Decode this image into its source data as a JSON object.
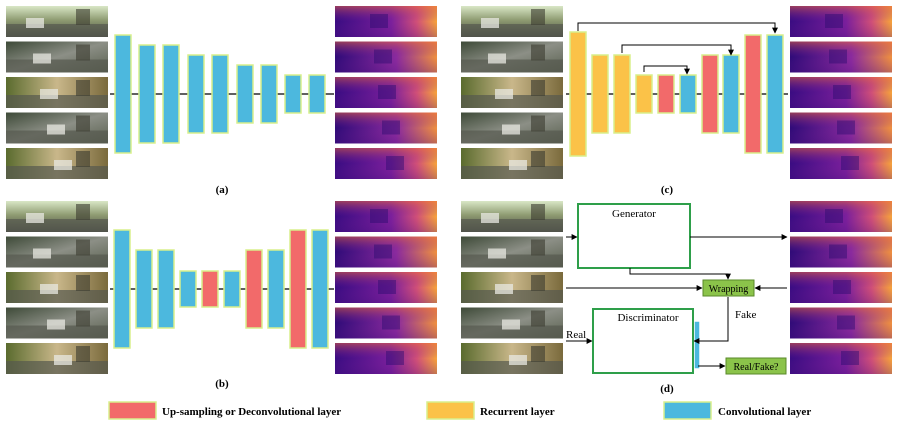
{
  "colors": {
    "convolutional": "#4cb8de",
    "upsampling": "#f26a6a",
    "recurrent": "#fbc248",
    "layer_border": "#d8ef8c",
    "gan_box_border": "#2e9f4a",
    "gan_label_fill": "#8bc34a",
    "depth_dark": "#2c0a7a",
    "depth_mid": "#a42e9a",
    "depth_bright": "#f7a83a"
  },
  "panels": {
    "a": {
      "caption": "(a)"
    },
    "b": {
      "caption": "(b)"
    },
    "c": {
      "caption": "(c)"
    },
    "d": {
      "caption": "(d)",
      "generator_label": "Generator",
      "discriminator_label": "Discriminator",
      "wrapping_label": "Wrapping",
      "fake_label": "Fake",
      "real_label": "Real",
      "output_label": "Real/Fake?"
    }
  },
  "legend": [
    {
      "label": "Up-sampling or Deconvolutional layer",
      "color_key": "upsampling"
    },
    {
      "label": "Recurrent layer",
      "color_key": "recurrent"
    },
    {
      "label": "Convolutional layer",
      "color_key": "convolutional"
    }
  ]
}
